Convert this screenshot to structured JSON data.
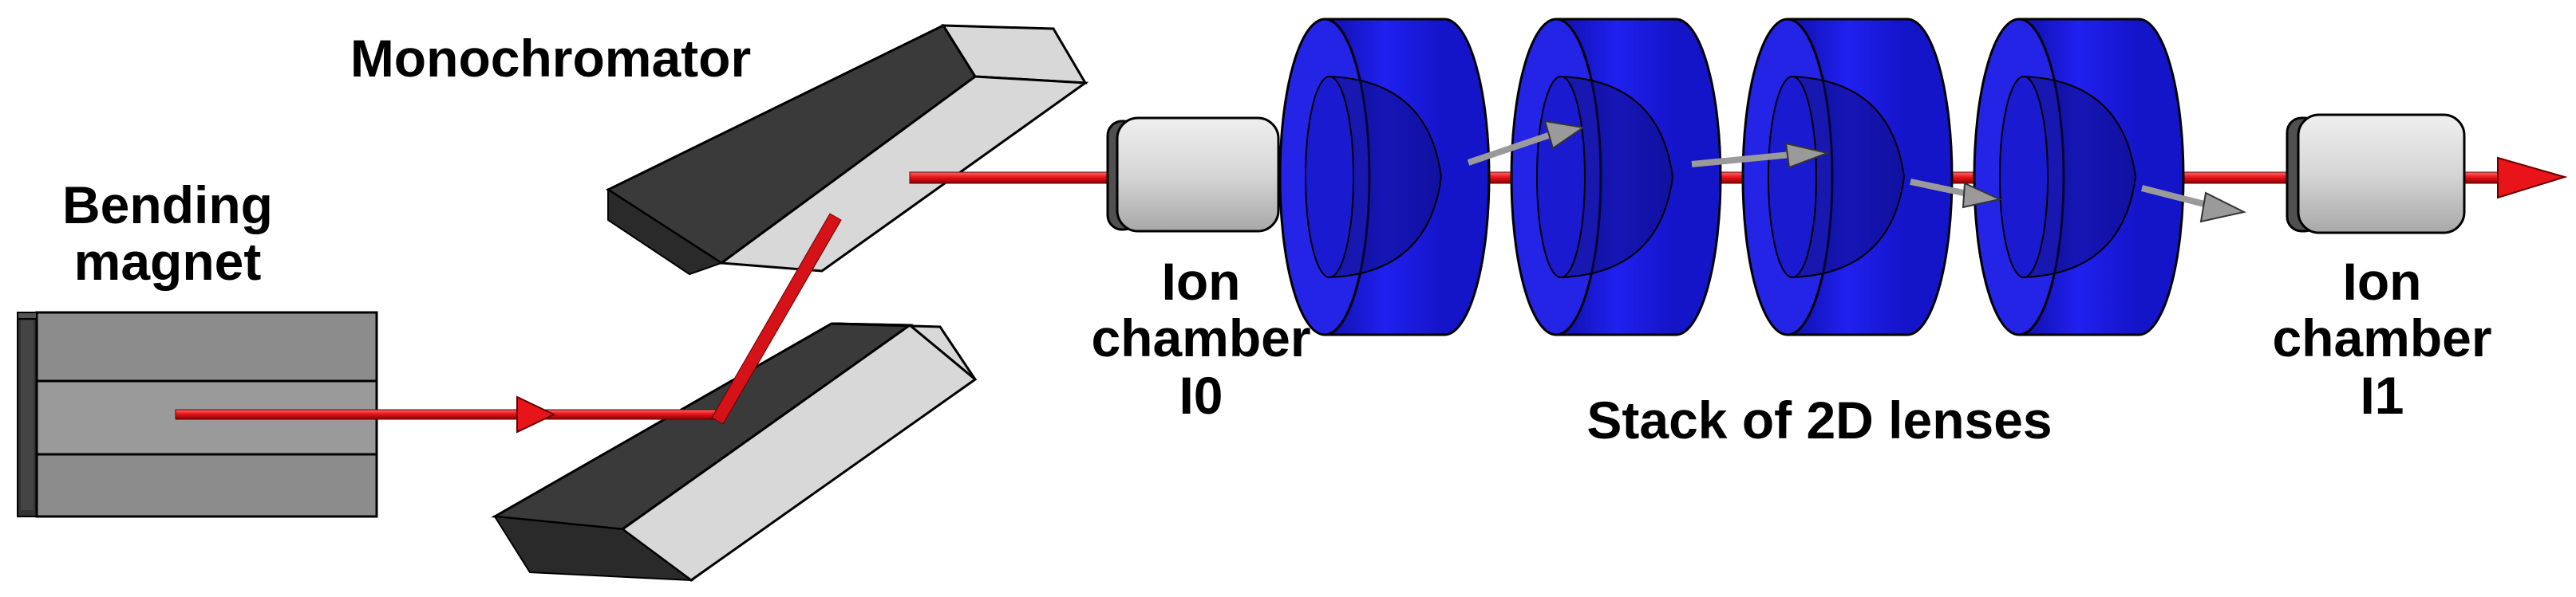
{
  "labels": {
    "monochromator": "Monochromator",
    "bending_magnet": [
      "Bending",
      "magnet"
    ],
    "ion_chamber_i0": [
      "Ion",
      "chamber",
      "I0"
    ],
    "stack_of_lenses": "Stack of 2D lenses",
    "ion_chamber_i1": [
      "Ion",
      "chamber",
      "I1"
    ]
  },
  "colors": {
    "beam": "#e8141a",
    "magnet_face": "#8c8c8c",
    "magnet_side": "#3c3c3c",
    "crystal_top": "#3a3a3a",
    "crystal_face": "#d8d8d8",
    "chamber_body": "#d0d0d0",
    "chamber_side": "#505050",
    "lens": "#1a1adc",
    "lens_dark": "#0a0a6e",
    "scatter_arrow": "#9a9a9a"
  },
  "icons": {
    "magnet": "bending-magnet-icon",
    "crystal": "monochromator-crystal-icon",
    "chamber": "ion-chamber-icon",
    "lens": "compound-lens-icon"
  },
  "lens_count": 4
}
